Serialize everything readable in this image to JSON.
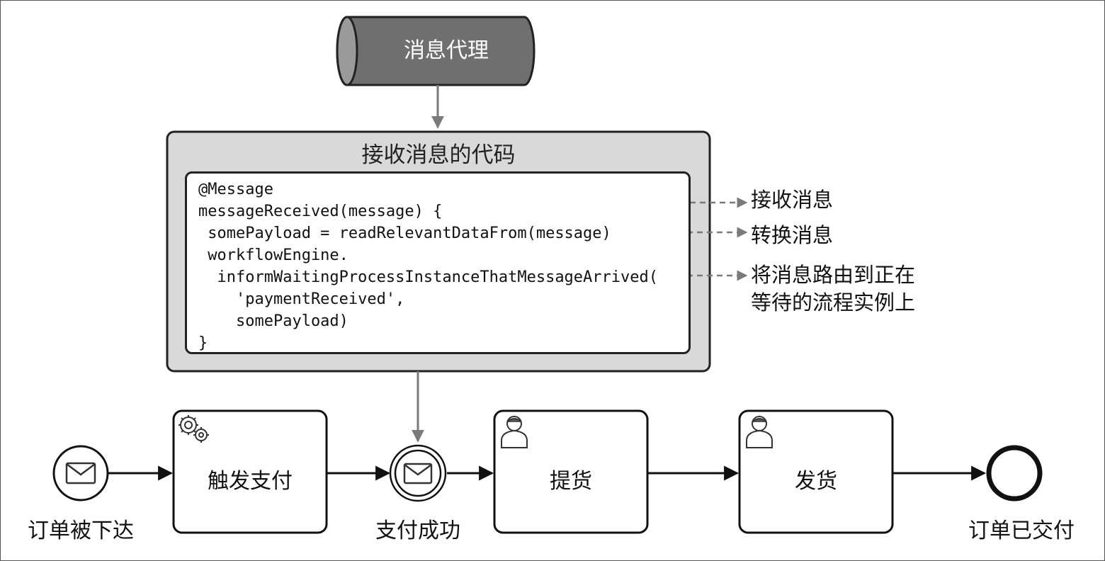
{
  "broker": {
    "label": "消息代理"
  },
  "code_block": {
    "title": "接收消息的代码",
    "lines": [
      "@Message",
      "messageReceived(message) {",
      " somePayload = readRelevantDataFrom(message)",
      " workflowEngine.",
      "  informWaitingProcessInstanceThatMessageArrived(",
      "    'paymentReceived',",
      "    somePayload)",
      "}"
    ]
  },
  "annotations": {
    "receive": "接收消息",
    "transform": "转换消息",
    "route_line1": "将消息路由到正在",
    "route_line2": "等待的流程实例上"
  },
  "process": {
    "start_event": "订单被下达",
    "task_trigger_payment": "触发支付",
    "intermediate_event": "支付成功",
    "task_pick": "提货",
    "task_ship": "发货",
    "end_event": "订单已交付"
  },
  "icons": {
    "start": "envelope-icon",
    "intermediate": "envelope-icon",
    "service_task": "gear-icon",
    "user_task": "user-icon"
  },
  "colors": {
    "broker_fill": "#6f6f6f",
    "code_container_fill": "#d9d9d9",
    "stroke": "#222222",
    "connector_gray": "#7a7a7a"
  }
}
